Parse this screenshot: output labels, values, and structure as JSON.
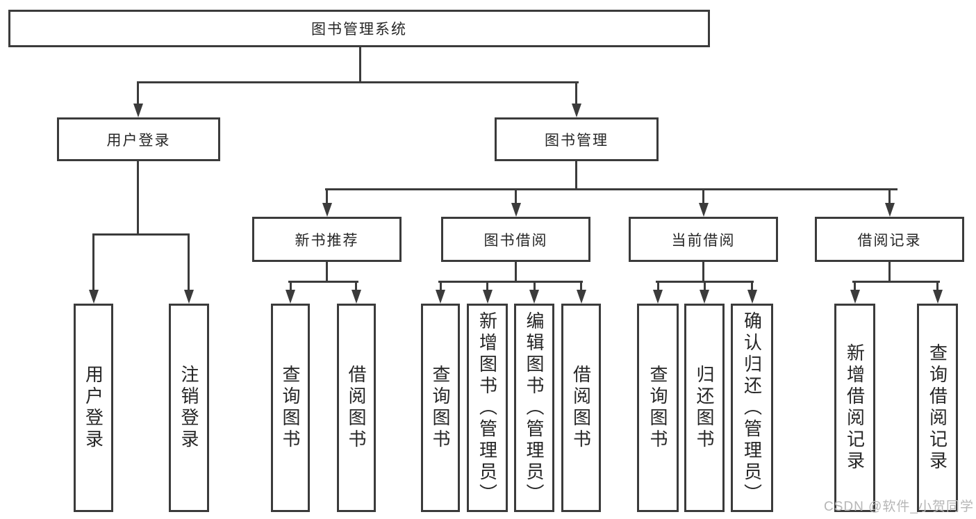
{
  "nodes": {
    "root": "图书管理系统",
    "user_login": "用户登录",
    "book_management": "图书管理",
    "new_book_recommend": "新书推荐",
    "book_borrowing": "图书借阅",
    "current_borrowing": "当前借阅",
    "borrowing_records": "借阅记录",
    "leaf_user_login": "用户登录",
    "leaf_logout": "注销登录",
    "leaf_nb_query_books": "查询图书",
    "leaf_nb_borrow_books": "借阅图书",
    "leaf_bb_query_books": "查询图书",
    "leaf_bb_add_books": "新增图书（管理员）",
    "leaf_bb_edit_books": "编辑图书（管理员）",
    "leaf_bb_borrow_books": "借阅图书",
    "leaf_cb_query_books": "查询图书",
    "leaf_cb_return_books": "归还图书",
    "leaf_cb_confirm_return": "确认归还（管理员）",
    "leaf_br_add_record": "新增借阅记录",
    "leaf_br_query_record": "查询借阅记录"
  },
  "watermark": {
    "text": "CSDN @软件_小贺同学",
    "color": "#b6b6b6"
  },
  "colors": {
    "line": "#3b3b3b",
    "text": "#262626",
    "background": "#ffffff"
  }
}
